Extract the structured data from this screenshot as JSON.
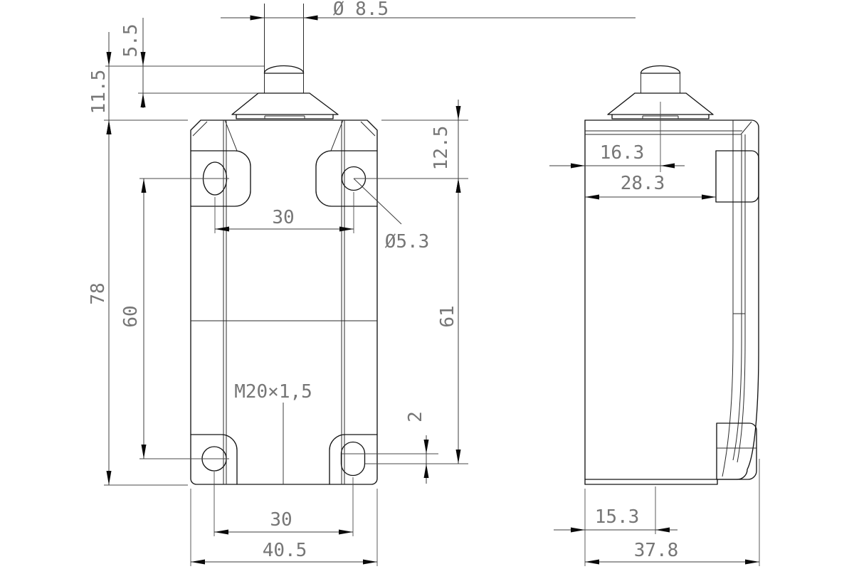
{
  "drawing": {
    "type": "technical-dimension-drawing",
    "subject": "limit switch with top plunger, two orthographic views",
    "colors": {
      "background": "#ffffff",
      "object_lines": "#141414",
      "dimension_lines": "#3d3d3d",
      "dimension_text": "#767676"
    }
  },
  "dims": {
    "front": {
      "plunger_dia": "Ø 8.5",
      "overtravel": "5.5",
      "plunger_height": "11.5",
      "overall_height": "78",
      "hole_span_left": "60",
      "top_hole_inset": "12.5",
      "hole_span_right": "61",
      "slot_extra": "2",
      "hole_pitch_top": "30",
      "hole_dia": "Ø5.3",
      "thread": "M20×1,5",
      "hole_pitch_bottom": "30",
      "overall_width": "40.5"
    },
    "side": {
      "plunger_offset": "16.3",
      "front_depth": "28.3",
      "entry_offset": "15.3",
      "overall_depth": "37.8"
    }
  }
}
